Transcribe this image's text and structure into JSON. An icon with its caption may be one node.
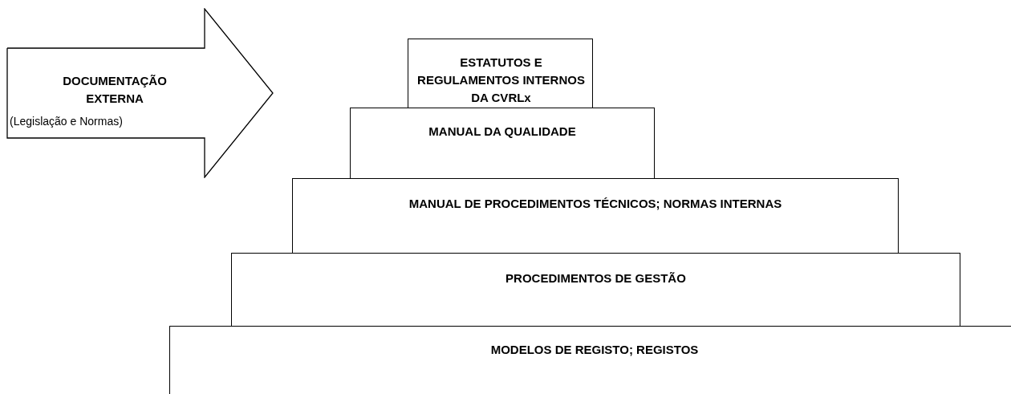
{
  "diagram": {
    "nodes": [
      {
        "text": [
          "DOCUMENTAÇÃO EXTERNA",
          "(Legislação e Normas)"
        ]
      },
      {
        "text": [
          "ESTATUTOS E REGULAMENTOS INTERNOS DA CVRLx"
        ]
      },
      {
        "text": [
          "MANUAL DA QUALIDADE"
        ]
      },
      {
        "text": [
          "MANUAL DE PROCEDIMENTOS TÉCNICOS; NORMAS INTERNAS"
        ]
      },
      {
        "text": [
          "PROCEDIMENTOS DE GESTÃO"
        ]
      },
      {
        "text": [
          "MODELOS DE REGISTO; REGISTOS"
        ]
      }
    ]
  }
}
